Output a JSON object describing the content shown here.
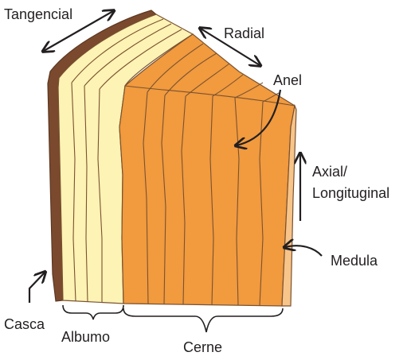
{
  "labels": {
    "tangencial": "Tangencial",
    "radial": "Radial",
    "anel": "Anel",
    "axial_line1": "Axial/",
    "axial_line2": "Longituginal",
    "medula": "Medula",
    "casca": "Casca",
    "albumo": "Albumo",
    "cerne": "Cerne"
  },
  "colors": {
    "casca": "#7b4a2e",
    "albumo": "#fdf3b4",
    "cerne": "#f19a3e",
    "medula": "#f7c48a",
    "outline": "#7a5230",
    "ink": "#231f20"
  }
}
